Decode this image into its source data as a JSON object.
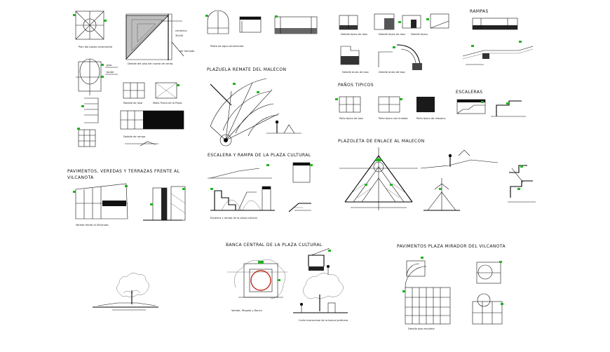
{
  "sheet": {
    "titles": {
      "rampas": "RAMPAS",
      "plazuela": "PLAZUELA REMATE DEL MALECON",
      "panos": "PAÑOS TIPICOS",
      "escaleras": "ESCALERAS",
      "plazoleta": "PLAZOLETA DE ENLACE AL MALECON",
      "escalera_rampa": "ESCALERA Y RAMPA DE LA PLAZA CULTURAL",
      "pavimentos_veredas_1": "PAVIMENTOS, VEREDAS Y TERRAZAS FRENTE AL",
      "pavimentos_veredas_2": "VILCANOTA",
      "banca": "BANCA CENTRAL DE LA PLAZA CULTURAL",
      "pavimentos_mirador": "PAVIMENTOS PLAZA MIRADOR DEL VILCANOTA"
    },
    "notes": {
      "cuarto_ventas": "Detalle del piso del cuarto de venta.",
      "pileta": "Pileta de agua ornamental",
      "plaza": "Malla Punto de la Plaza",
      "rampa_detalle": "Detalle de rampa",
      "paños_1": "Paño típico de losa",
      "paños_2": "Paño típico con lineado",
      "paños_3": "Paño típico de mosaico",
      "escalera_corte": "Escalera y rampa de la plaza cultural",
      "vereda_frente": "Vereda frente al Vilcanota",
      "banca_planta": "Vereda, Pergola y Banca",
      "banca_corte": "Corte transversal de la banca jardinera",
      "mirador_nota": "Detalle piso escalera"
    }
  }
}
